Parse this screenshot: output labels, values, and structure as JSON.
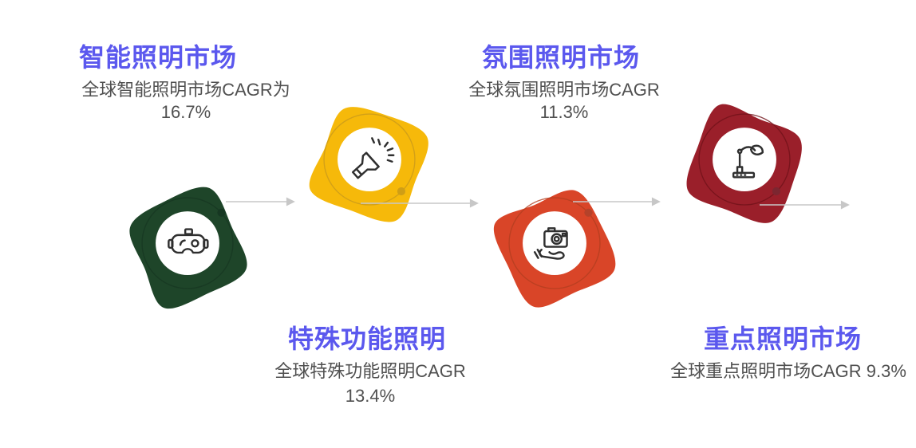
{
  "canvas": {
    "background": "#ffffff"
  },
  "colors": {
    "title_accent": "#5B58EE",
    "subtitle_text": "#505050",
    "arrow": "#C7C7C7",
    "icon_stroke": "#2F2F2F",
    "inner_circle": "#FFFFFF"
  },
  "nodes": [
    {
      "title": "智能照明市场",
      "subtitle_lines": [
        "全球智能照明市场CAGR为",
        "16.7%"
      ],
      "blob_color": "#1E4529",
      "ring_color": "#163722",
      "dot_color": "#163722",
      "icon": "vr-goggles-icon"
    },
    {
      "title": "特殊功能照明",
      "subtitle_lines": [
        "全球特殊功能照明CAGR",
        "13.4%"
      ],
      "blob_color": "#F6B90A",
      "ring_color": "#C99A1C",
      "dot_color": "#CF9E16",
      "icon": "flashlight-icon"
    },
    {
      "title": "氛围照明市场",
      "subtitle_lines": [
        "全球氛围照明市场CAGR",
        "11.3%"
      ],
      "blob_color": "#D94528",
      "ring_color": "#B23D1F",
      "dot_color": "#B5422A",
      "icon": "camera-in-hand-icon"
    },
    {
      "title": "重点照明市场",
      "subtitle_lines": [
        "全球重点照明市场CAGR 9.3%"
      ],
      "blob_color": "#9A1F2A",
      "ring_color": "#701119",
      "dot_color": "#7C2630",
      "icon": "desk-lamp-icon"
    }
  ]
}
